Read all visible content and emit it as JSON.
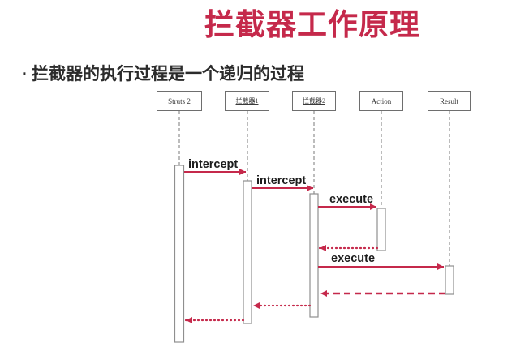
{
  "slide": {
    "title": "拦截器工作原理",
    "bullet_marker": "·",
    "bullet": "拦截器的执行过程是一个递归的过程"
  },
  "colors": {
    "accent": "#c5294b",
    "ink": "#2b2b2b",
    "gray": "#8f8f8f",
    "box_border": "#6e6e6e",
    "actor_text": "#3a3a3a"
  },
  "diagram": {
    "type": "uml-sequence",
    "actors": [
      {
        "name": "Struts 2"
      },
      {
        "name": "拦截器1"
      },
      {
        "name": "拦截器2"
      },
      {
        "name": "Action"
      },
      {
        "name": "Result"
      }
    ],
    "messages": [
      {
        "label": "intercept",
        "from": "Struts 2",
        "to": "拦截器1",
        "line": "solid"
      },
      {
        "label": "intercept",
        "from": "拦截器1",
        "to": "拦截器2",
        "line": "solid"
      },
      {
        "label": "execute",
        "from": "拦截器2",
        "to": "Action",
        "line": "solid"
      },
      {
        "label": "",
        "from": "Action",
        "to": "拦截器2",
        "line": "dotted-return"
      },
      {
        "label": "execute",
        "from": "拦截器2",
        "to": "Result",
        "line": "solid"
      },
      {
        "label": "",
        "from": "Result",
        "to": "拦截器2",
        "line": "dashed-return"
      },
      {
        "label": "",
        "from": "拦截器2",
        "to": "拦截器1",
        "line": "dotted-return"
      },
      {
        "label": "",
        "from": "拦截器1",
        "to": "Struts 2",
        "line": "dotted-return"
      }
    ]
  }
}
